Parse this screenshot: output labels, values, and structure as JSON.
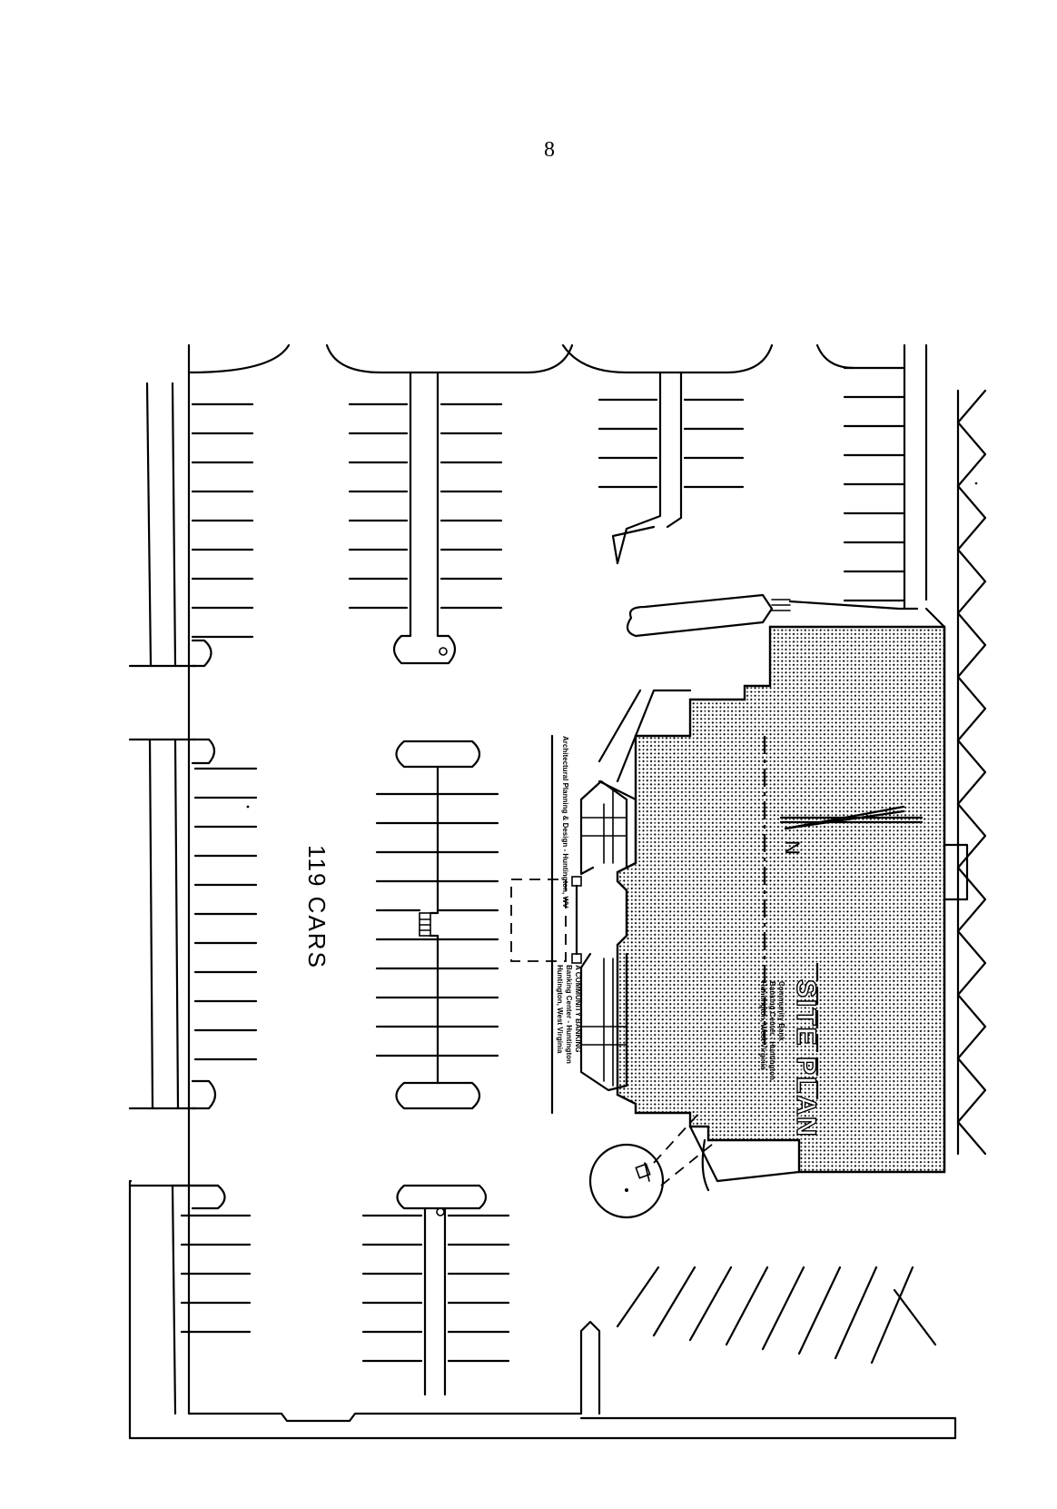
{
  "page": {
    "number": "8"
  },
  "diagram": {
    "title": "SITE PLAN",
    "parking_label": "119 CARS",
    "north_label": "N",
    "architect_credit": "Architectural Planning & Design - Huntington, WV",
    "project_lines": [
      "A COMMUNITY BANKING",
      "Banking Center - Huntington",
      "Huntington, West Virginia"
    ],
    "title_block_lines": [
      "Community Bank",
      "Banking Center - Huntington",
      "Huntington, West Virginia"
    ],
    "colors": {
      "ink": "#000000",
      "paper": "#ffffff"
    }
  }
}
